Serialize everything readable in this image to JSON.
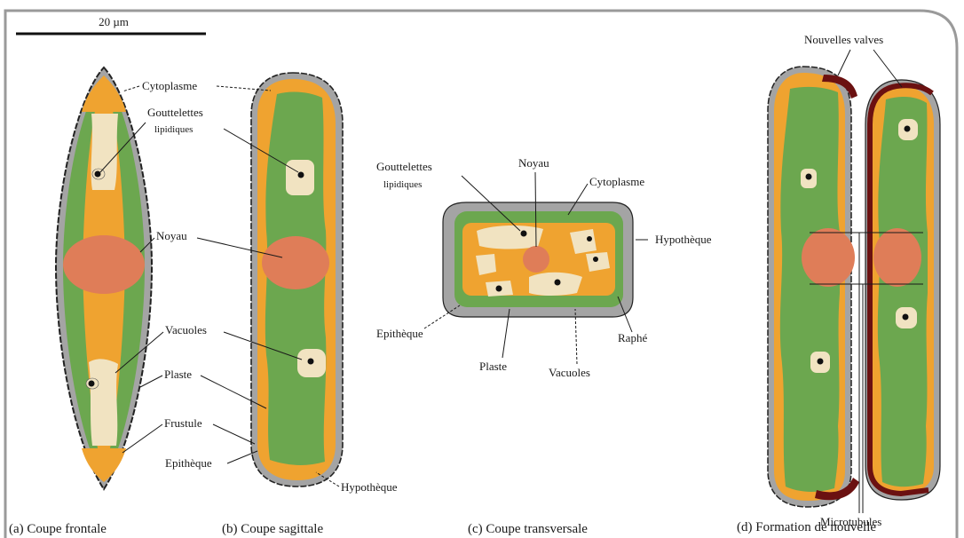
{
  "scale_bar": {
    "label": "20 µm"
  },
  "labels": {
    "panel_ab": {
      "cytoplasme": "Cytoplasme",
      "gouttelettes": [
        "Gouttelettes",
        "lipidiques"
      ],
      "noyau": "Noyau",
      "vacuoles": "Vacuoles",
      "plaste": "Plaste",
      "frustule": "Frustule",
      "epitheque": "Epithèque",
      "hypotheque": "Hypothèque"
    },
    "panel_c": {
      "gouttelettes": [
        "Gouttelettes",
        "lipidiques"
      ],
      "noyau": "Noyau",
      "cytoplasme": "Cytoplasme",
      "hypotheque": "Hypothèque",
      "epitheque": "Epithèque",
      "raphe": "Raphé",
      "plaste": "Plaste",
      "vacuoles": "Vacuoles"
    },
    "panel_d": {
      "nouvelles_valves": "Nouvelles valves",
      "microtubules": "Microtubules"
    }
  },
  "captions": {
    "a": "(a) Coupe frontale",
    "b": "(b) Coupe sagittale",
    "c": "(c) Coupe transversale",
    "d": "(d) Formation de nouvelle"
  },
  "colors": {
    "plaste_green": "#6ca74f",
    "cytoplasm_orange": "#efa330",
    "vacuole_beige": "#f1e3c1",
    "nucleus_salmon": "#df7d58",
    "frustule_gray": "#a4a4a4",
    "new_valve_red": "#6b1111",
    "frame_gray": "#9a9a9a"
  }
}
